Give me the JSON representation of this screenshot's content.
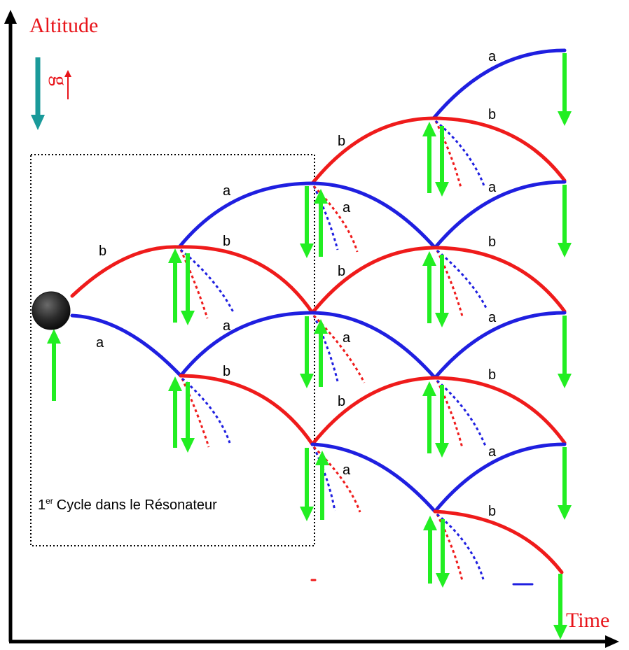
{
  "title": "Altitude",
  "x_axis_label": "Time",
  "gravity_label": "g",
  "cycle_label": {
    "prefix": "1",
    "superscript": "er",
    "text": "Cycle dans le Résonateur"
  },
  "path_labels": {
    "reflected": "a",
    "transmitted": "b"
  },
  "colors": {
    "axis": "#000000",
    "label_text": "#e8141a",
    "blue_path": "#1f1fe0",
    "red_path": "#ef1b1b",
    "arrow": "#22ee22",
    "gravity_arrow": "#1a9a9a",
    "atom": "#2a2a2a"
  }
}
